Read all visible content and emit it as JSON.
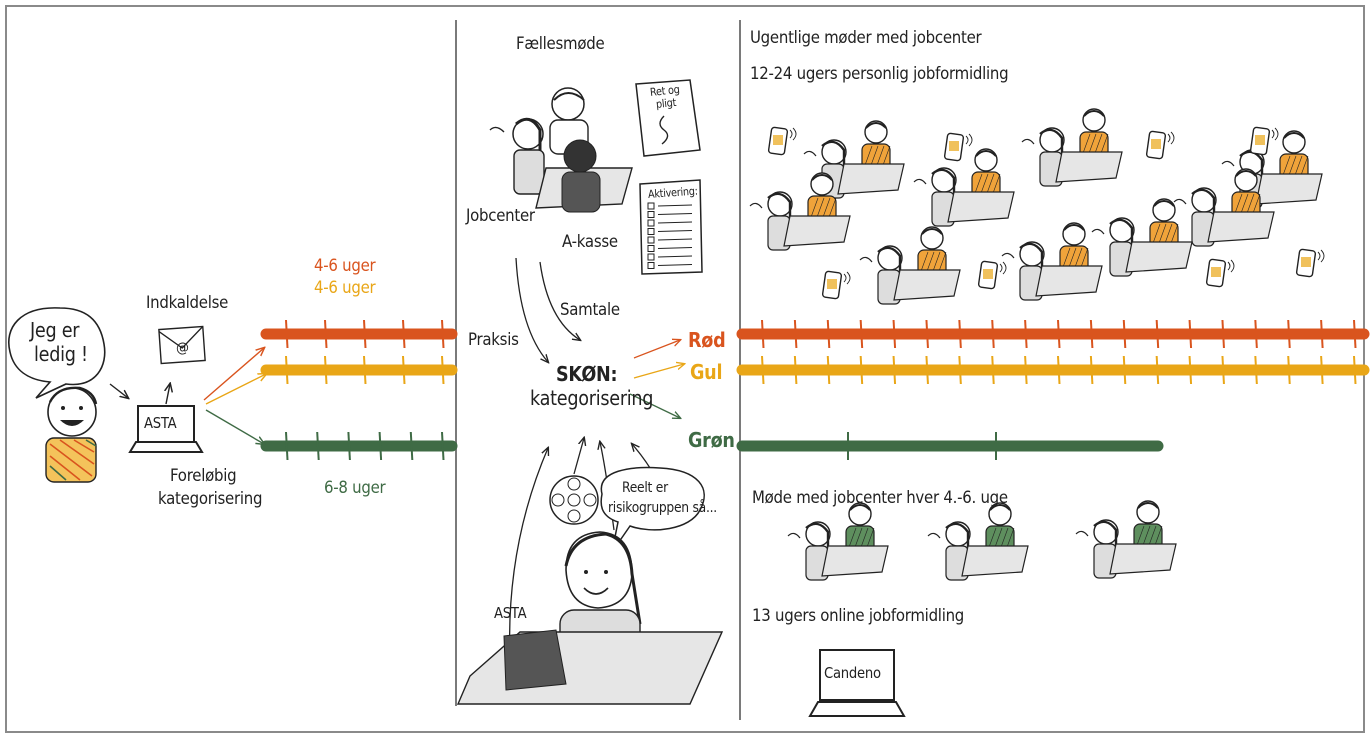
{
  "colors": {
    "red_line": "#d9541e",
    "yellow_line": "#e9a617",
    "green_line": "#3f6b45",
    "ink": "#222222",
    "frame": "#7a7a7a",
    "desk": "#e6e6e6",
    "orange_shirt": "#f0a33a",
    "green_shirt": "#5e8f5e"
  },
  "left": {
    "speech_line1": "Jeg er",
    "speech_line2": "ledig !",
    "invite_label": "Indkaldelse",
    "laptop_label": "ASTA",
    "prelim_line1": "Foreløbig",
    "prelim_line2": "kategorisering",
    "red_weeks": "4-6 uger",
    "yellow_weeks": "4-6 uger",
    "green_weeks": "6-8 uger"
  },
  "middle": {
    "title": "Fællesmøde",
    "doc1_line1": "Ret og",
    "doc1_line2": "pligt",
    "doc2_title": "Aktivering:",
    "jobcenter": "Jobcenter",
    "akasse": "A-kasse",
    "praksis": "Praksis",
    "samtale": "Samtale",
    "skon": "SKØN:",
    "kategorisering": "kategorisering",
    "red": "Rød",
    "yellow": "Gul",
    "green": "Grøn",
    "thought_line1": "Reelt er",
    "thought_line2": "risikogruppen så...",
    "asta": "ASTA"
  },
  "right": {
    "line1": "Ugentlige møder med jobcenter",
    "line2": "12-24 ugers personlig jobformidling",
    "green_meeting": "Møde med jobcenter hver 4.-6. uge",
    "online": "13 ugers online jobformidling",
    "candeno": "Candeno"
  },
  "icons": [
    "envelope-icon",
    "laptop-icon",
    "phone-icon",
    "film-reel-icon",
    "document-icon",
    "checklist-icon"
  ]
}
